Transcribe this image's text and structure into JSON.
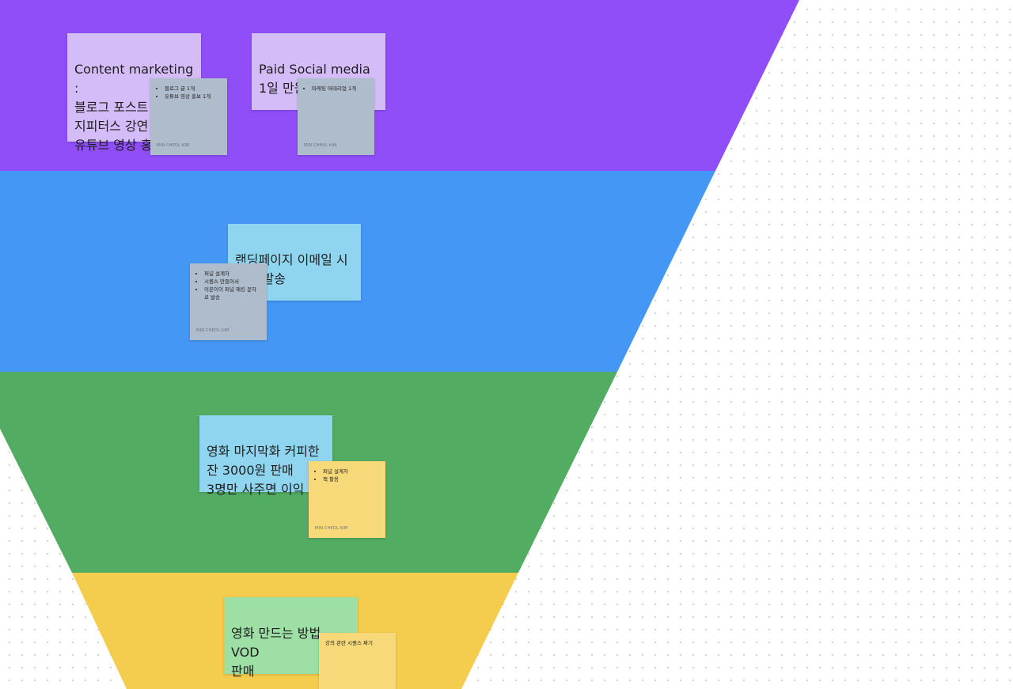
{
  "colors": {
    "background": "#ffffff",
    "band_purple": "#8f4ef7",
    "band_blue": "#4597f5",
    "band_green": "#52ac62",
    "band_yellow": "#f5cd4e",
    "sticky_lavender": "#d4bcf9",
    "sticky_sky": "#8fd5ef",
    "sticky_green": "#9ddfa5",
    "sticky_gray": "#afbccc",
    "sticky_yellow": "#f7d97a"
  },
  "stickies": {
    "content_marketing": {
      "text": "Content marketing :\n블로그 포스트\n지피터스 강연\n유튜브 영상 홍보"
    },
    "content_marketing_note": {
      "items": [
        "블로그 글 1개",
        "유튜브 영상 홍보 1개"
      ],
      "author": "MIN CHEOL KIM"
    },
    "paid_social": {
      "text": "Paid Social media\n1일 만원"
    },
    "paid_social_note": {
      "items": [
        "마케팅 머테리얼 1개"
      ],
      "author": "MIN CHEOL KIM"
    },
    "landing_page": {
      "text": "랜딩페이지 이메일 시퀀스 발송"
    },
    "landing_page_note": {
      "items": [
        "퍼널 설계자",
        "시퀀스 만들어서",
        "이븐이이 퍼널 해킹 문자로 발송"
      ],
      "author": "MIN CHEOL KIM"
    },
    "coffee_offer": {
      "text": "영화 마지막화 커피한\n잔 3000원 판매\n3명만 사주면 이익"
    },
    "coffee_offer_note": {
      "items": [
        "퍼널 설계자",
        "책 활용"
      ],
      "author": "MIN CHEOL KIM"
    },
    "vod_sale": {
      "text": "영화 만드는 방법 VOD\n판매"
    },
    "vod_sale_note": {
      "text": "강의 관련 시퀀스 짜기"
    }
  }
}
